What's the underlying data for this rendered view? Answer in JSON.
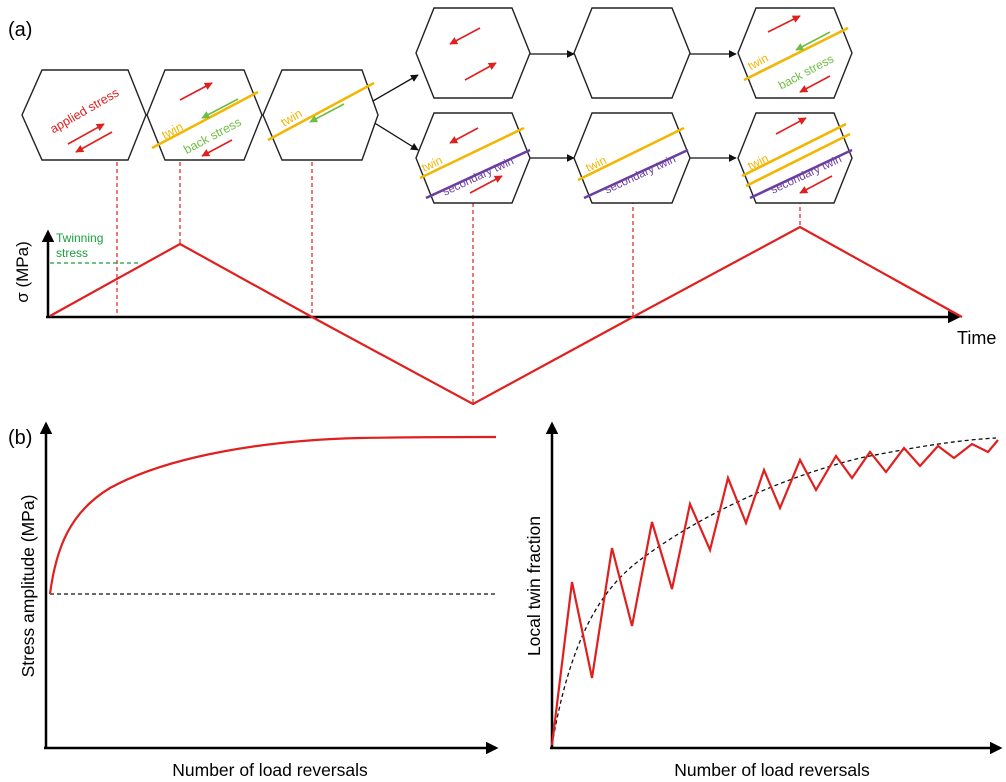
{
  "colors": {
    "red": "#e01f1f",
    "green": "#6fbe44",
    "yellow": "#f2b705",
    "purple": "#6b3fa0",
    "dashed_green": "#1a9e3a",
    "black": "#000000"
  },
  "panel_a": {
    "label": "(a)",
    "ylabel": "σ (MPa)",
    "xlabel": "Time",
    "twinning_label_1": "Twinning",
    "twinning_label_2": "stress",
    "crystals": {
      "c1": {
        "applied": "applied stress"
      },
      "c2": {
        "twin": "twin",
        "back": "back stress"
      },
      "c3": {
        "twin": "twin"
      },
      "c4b": {
        "twin": "twin",
        "secondary": "secondary twin"
      },
      "c5b": {
        "twin": "twin",
        "secondary": "secondary twin"
      },
      "c6t": {
        "twin": "twin",
        "back": "back stress"
      },
      "c6b": {
        "twin": "twin",
        "secondary": "secondary twin"
      }
    }
  },
  "panel_b": {
    "label": "(b)",
    "left": {
      "ylabel": "Stress amplitude (MPa)",
      "xlabel": "Number of load reversals"
    },
    "right": {
      "ylabel": "Local twin fraction",
      "xlabel": "Number of load reversals"
    }
  },
  "chart_data": [
    {
      "type": "line",
      "panel": "a",
      "xlabel": "Time",
      "ylabel": "σ (MPa)",
      "x": [
        0,
        1,
        2,
        3,
        4,
        5,
        6,
        7
      ],
      "y": [
        0,
        0.7,
        0,
        -0.85,
        0,
        0.85,
        0,
        0
      ],
      "annotations": [
        "Twinning stress"
      ]
    },
    {
      "type": "line",
      "panel": "b-left",
      "xlabel": "Number of load reversals",
      "ylabel": "Stress amplitude (MPa)",
      "series": [
        {
          "style": "solid-red",
          "shape": "concave increasing, saturating"
        },
        {
          "style": "dashed-black",
          "shape": "constant baseline"
        }
      ]
    },
    {
      "type": "line",
      "panel": "b-right",
      "xlabel": "Number of load reversals",
      "ylabel": "Local twin fraction",
      "series": [
        {
          "style": "solid-red",
          "shape": "zigzag oscillating, increasing envelope"
        },
        {
          "style": "dashed-black",
          "shape": "saturating mean trend"
        }
      ]
    }
  ]
}
